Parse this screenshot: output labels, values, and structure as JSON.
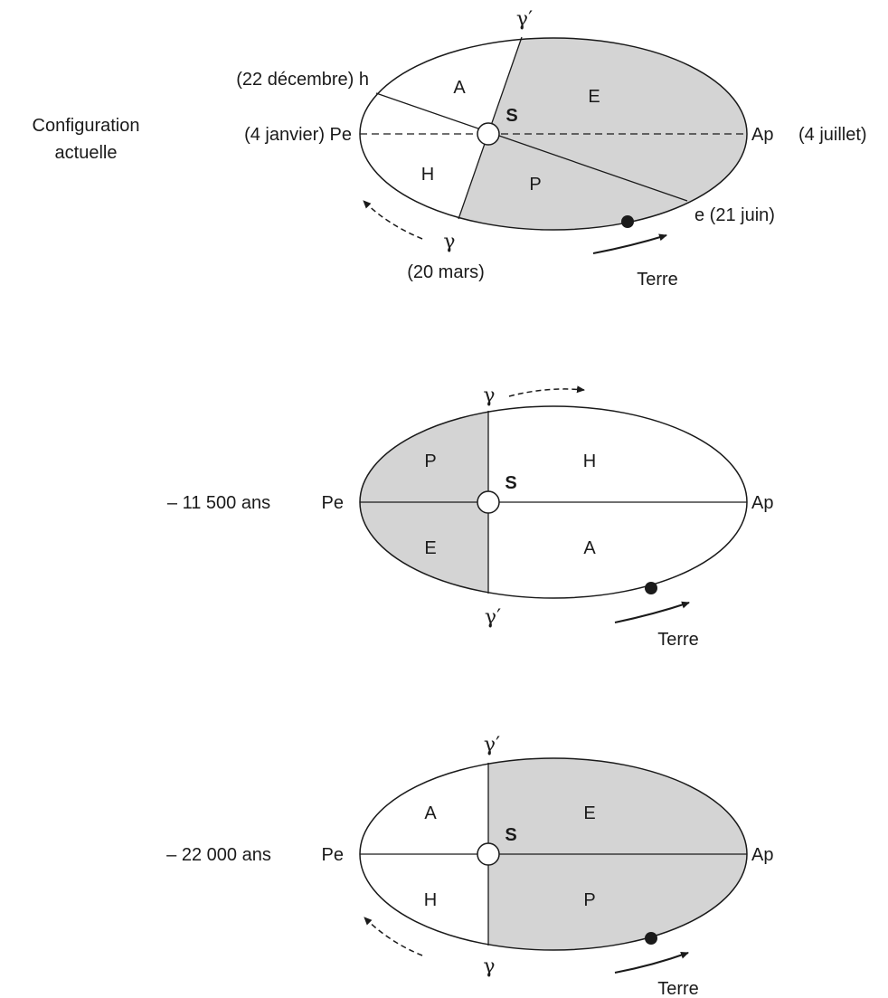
{
  "colors": {
    "shade": "#d4d4d4",
    "stroke": "#1a1a1a",
    "background": "#ffffff"
  },
  "d1": {
    "config_line1": "Configuration",
    "config_line2": "actuelle",
    "h_label": "(22 décembre) h",
    "pe_label": "(4 janvier)  Pe",
    "ap_label": "Ap",
    "ap_date": "(4 juillet)",
    "e_label": "e (21 juin)",
    "gamma_top": "γ′",
    "gamma_bottom": "γ",
    "gamma_date": "(20 mars)",
    "sun": "S",
    "seg_a": "A",
    "seg_e": "E",
    "seg_h": "H",
    "seg_p": "P",
    "earth": "Terre"
  },
  "d2": {
    "era": "– 11 500 ans",
    "pe": "Pe",
    "ap": "Ap",
    "gamma_top": "γ",
    "gamma_bottom": "γ′",
    "sun": "S",
    "seg_p": "P",
    "seg_h": "H",
    "seg_e": "E",
    "seg_a": "A",
    "earth": "Terre"
  },
  "d3": {
    "era": "– 22 000 ans",
    "pe": "Pe",
    "ap": "Ap",
    "gamma_top": "γ′",
    "gamma_bottom": "γ",
    "sun": "S",
    "seg_a": "A",
    "seg_e": "E",
    "seg_h": "H",
    "seg_p": "P",
    "earth": "Terre"
  }
}
